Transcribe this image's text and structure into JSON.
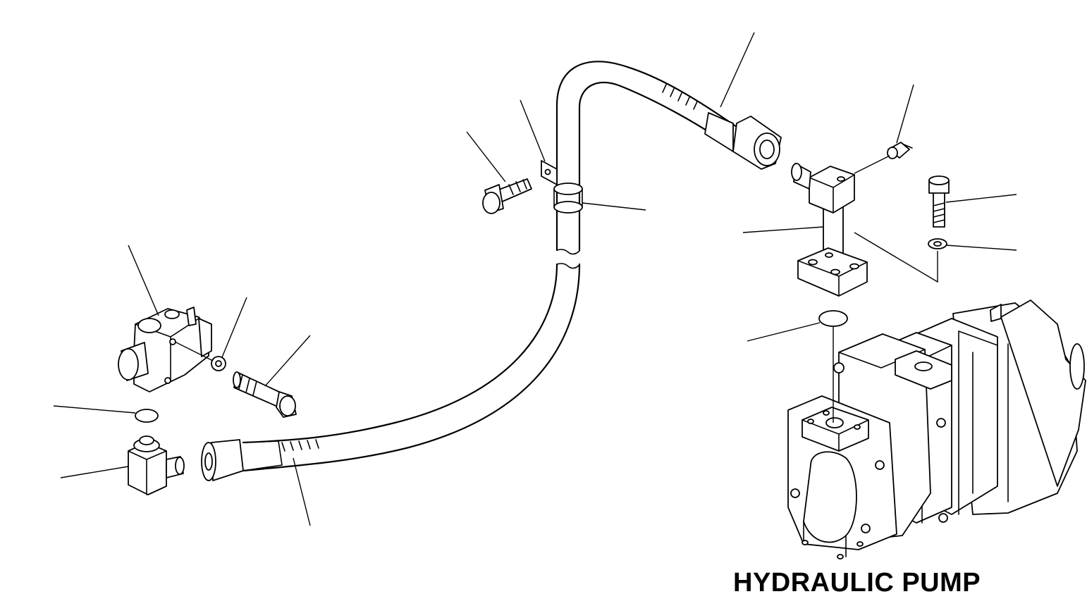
{
  "diagram": {
    "caption": "HYDRAULIC PUMP",
    "parts": [
      "hose-upper-fitting",
      "hose-clamp",
      "clamp-bolt",
      "clamp-band",
      "elbow-block-pipe",
      "plug",
      "mount-bolt",
      "washer",
      "o-ring-pump",
      "valve-block",
      "washer-small",
      "long-bolt",
      "o-ring-small",
      "elbow-fitting",
      "hose-lower",
      "hydraulic-pump"
    ]
  }
}
